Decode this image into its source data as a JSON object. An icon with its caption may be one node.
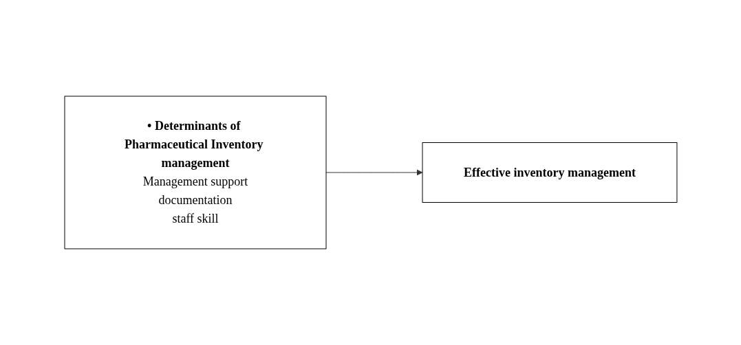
{
  "diagram": {
    "nodes": [
      {
        "text": [
          "• Determinants of Pharmaceutical Inventory management",
          "Management support",
          "documentation",
          "staff skill"
        ]
      },
      {
        "text": [
          "Effective inventory management"
        ]
      }
    ],
    "edges": [
      {
        "from": 0,
        "to": 1,
        "arrow": "to"
      }
    ]
  }
}
